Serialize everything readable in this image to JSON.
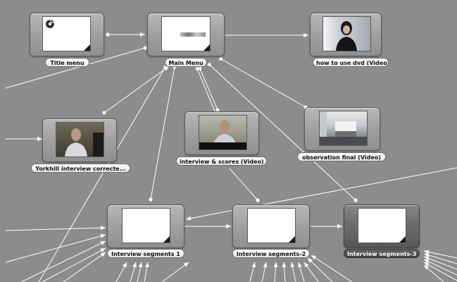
{
  "window": {
    "title": "DVD Studio Pro graph view"
  },
  "nodes": [
    {
      "id": "title_menu",
      "label": "Title menu",
      "kind": "menu"
    },
    {
      "id": "main_menu",
      "label": "Main Menu",
      "kind": "menu"
    },
    {
      "id": "how_to_use",
      "label": "how to use dvd (Video)",
      "kind": "video"
    },
    {
      "id": "yorkhill",
      "label": "Yorkhill interview correcte...",
      "kind": "video"
    },
    {
      "id": "interview_scores",
      "label": "interview & scores (Video)",
      "kind": "video"
    },
    {
      "id": "observation_final",
      "label": "observation final (Video)",
      "kind": "video"
    },
    {
      "id": "segments_1",
      "label": "Interview segments 1",
      "kind": "menu"
    },
    {
      "id": "segments_2",
      "label": "Interview segments-2",
      "kind": "menu"
    },
    {
      "id": "segments_3",
      "label": "Interview segments-3",
      "kind": "menu",
      "selected": true
    }
  ],
  "colors": {
    "background": "#8c8c8c",
    "link": "#ffffff",
    "tile": "#a8a8a8",
    "tile_selected": "#6b6b6b"
  },
  "icons": {
    "menu_badge": "dvd-menu-icon",
    "corner": "page-curl-corner-icon"
  }
}
